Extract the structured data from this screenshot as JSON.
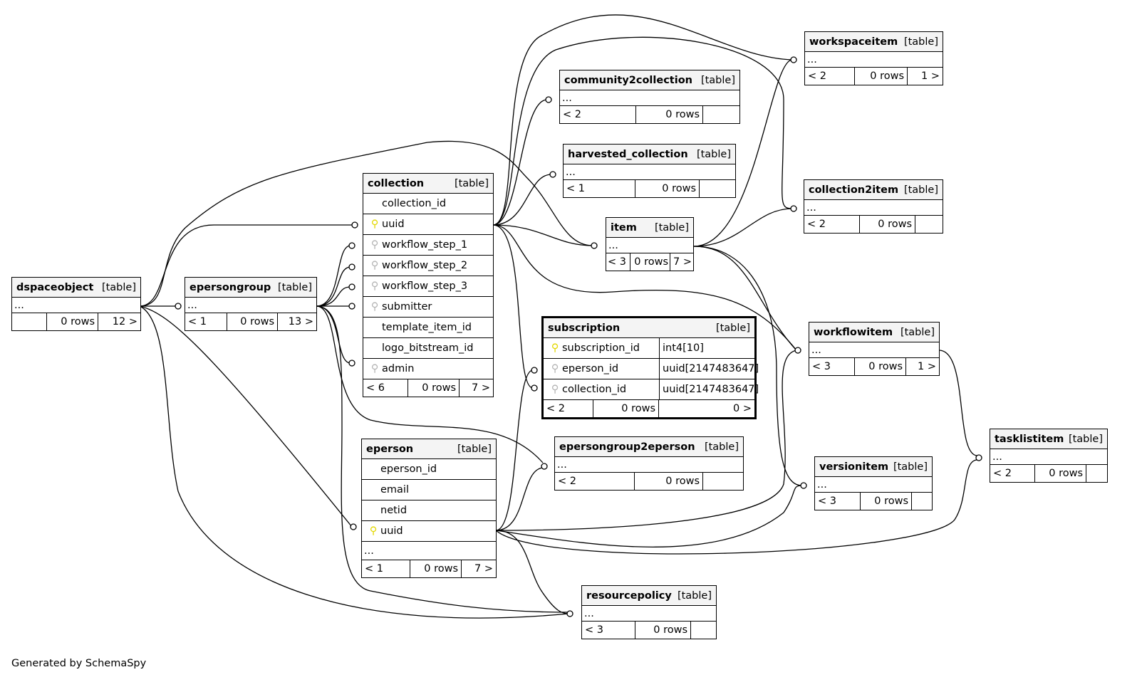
{
  "diagram": {
    "footer": "Generated by SchemaSpy",
    "tables": {
      "workspaceitem": {
        "name": "workspaceitem",
        "tag": "[table]",
        "ellipsis": "...",
        "parents": "< 2",
        "rows": "0 rows",
        "children": "1 >"
      },
      "community2collection": {
        "name": "community2collection",
        "tag": "[table]",
        "ellipsis": "...",
        "parents": "< 2",
        "rows": "0 rows",
        "children": ""
      },
      "harvested_collection": {
        "name": "harvested_collection",
        "tag": "[table]",
        "ellipsis": "...",
        "parents": "< 1",
        "rows": "0 rows",
        "children": ""
      },
      "collection2item": {
        "name": "collection2item",
        "tag": "[table]",
        "ellipsis": "...",
        "parents": "< 2",
        "rows": "0 rows",
        "children": ""
      },
      "item": {
        "name": "item",
        "tag": "[table]",
        "ellipsis": "...",
        "parents": "< 3",
        "rows": "0 rows",
        "children": "7 >"
      },
      "collection": {
        "name": "collection",
        "tag": "[table]",
        "columns": [
          {
            "name": "collection_id",
            "key": ""
          },
          {
            "name": "uuid",
            "key": "pk"
          },
          {
            "name": "workflow_step_1",
            "key": "fk"
          },
          {
            "name": "workflow_step_2",
            "key": "fk"
          },
          {
            "name": "workflow_step_3",
            "key": "fk"
          },
          {
            "name": "submitter",
            "key": "fk"
          },
          {
            "name": "template_item_id",
            "key": ""
          },
          {
            "name": "logo_bitstream_id",
            "key": ""
          },
          {
            "name": "admin",
            "key": "fk"
          }
        ],
        "parents": "< 6",
        "rows": "0 rows",
        "children": "7 >"
      },
      "dspaceobject": {
        "name": "dspaceobject",
        "tag": "[table]",
        "ellipsis": "...",
        "parents": "",
        "rows": "0 rows",
        "children": "12 >"
      },
      "epersongroup": {
        "name": "epersongroup",
        "tag": "[table]",
        "ellipsis": "...",
        "parents": "< 1",
        "rows": "0 rows",
        "children": "13 >"
      },
      "subscription": {
        "name": "subscription",
        "tag": "[table]",
        "columns": [
          {
            "name": "subscription_id",
            "key": "pk",
            "type": "int4[10]"
          },
          {
            "name": "eperson_id",
            "key": "fk",
            "type": "uuid[2147483647]"
          },
          {
            "name": "collection_id",
            "key": "fk",
            "type": "uuid[2147483647]"
          }
        ],
        "parents": "< 2",
        "rows": "0 rows",
        "children": "0 >"
      },
      "workflowitem": {
        "name": "workflowitem",
        "tag": "[table]",
        "ellipsis": "...",
        "parents": "< 3",
        "rows": "0 rows",
        "children": "1 >"
      },
      "tasklistitem": {
        "name": "tasklistitem",
        "tag": "[table]",
        "ellipsis": "...",
        "parents": "< 2",
        "rows": "0 rows",
        "children": ""
      },
      "epersongroup2eperson": {
        "name": "epersongroup2eperson",
        "tag": "[table]",
        "ellipsis": "...",
        "parents": "< 2",
        "rows": "0 rows",
        "children": ""
      },
      "versionitem": {
        "name": "versionitem",
        "tag": "[table]",
        "ellipsis": "...",
        "parents": "< 3",
        "rows": "0 rows",
        "children": ""
      },
      "eperson": {
        "name": "eperson",
        "tag": "[table]",
        "columns": [
          {
            "name": "eperson_id",
            "key": ""
          },
          {
            "name": "email",
            "key": ""
          },
          {
            "name": "netid",
            "key": ""
          },
          {
            "name": "uuid",
            "key": "pk"
          }
        ],
        "ellipsis": "...",
        "parents": "< 1",
        "rows": "0 rows",
        "children": "7 >"
      },
      "resourcepolicy": {
        "name": "resourcepolicy",
        "tag": "[table]",
        "ellipsis": "...",
        "parents": "< 3",
        "rows": "0 rows",
        "children": ""
      }
    }
  }
}
